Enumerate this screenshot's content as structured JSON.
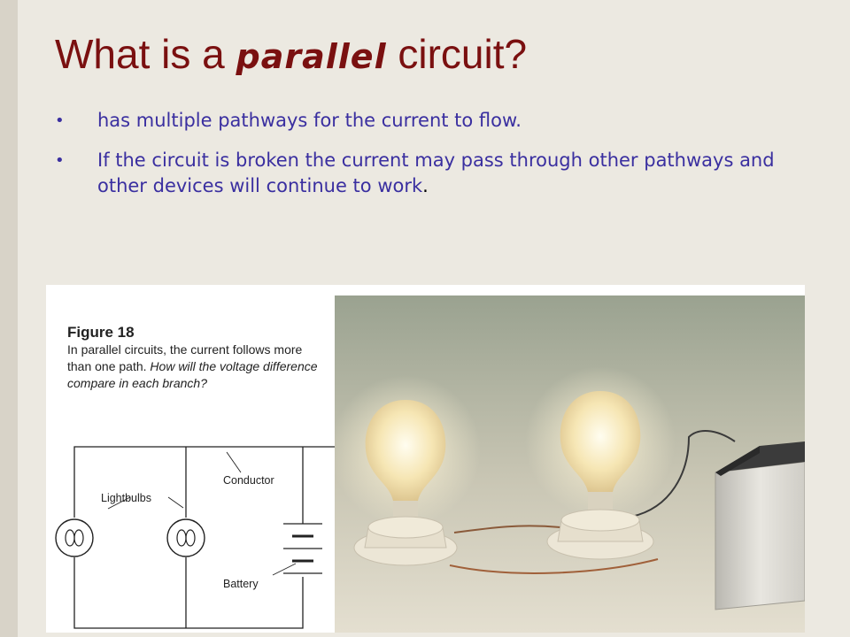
{
  "slide": {
    "title_prefix": "What is a ",
    "title_emphasis": "parallel",
    "title_suffix": " circuit?",
    "bullets": [
      {
        "text": "has multiple pathways for the current to flow.",
        "suffix": ""
      },
      {
        "text": "If the circuit is broken the current may pass through other pathways and other devices will continue to work",
        "suffix": "."
      }
    ],
    "bullet_symbol": "•"
  },
  "figure": {
    "title": "Figure 18",
    "caption": "In parallel circuits, the current follows more than one path.",
    "question": "How will the voltage difference compare in each branch?",
    "labels": {
      "conductor": "Conductor",
      "lightbulbs": "Lightbulbs",
      "battery": "Battery"
    }
  },
  "colors": {
    "title": "#7a1010",
    "bullet_text": "#3a2fa0",
    "background": "#ece9e1"
  }
}
